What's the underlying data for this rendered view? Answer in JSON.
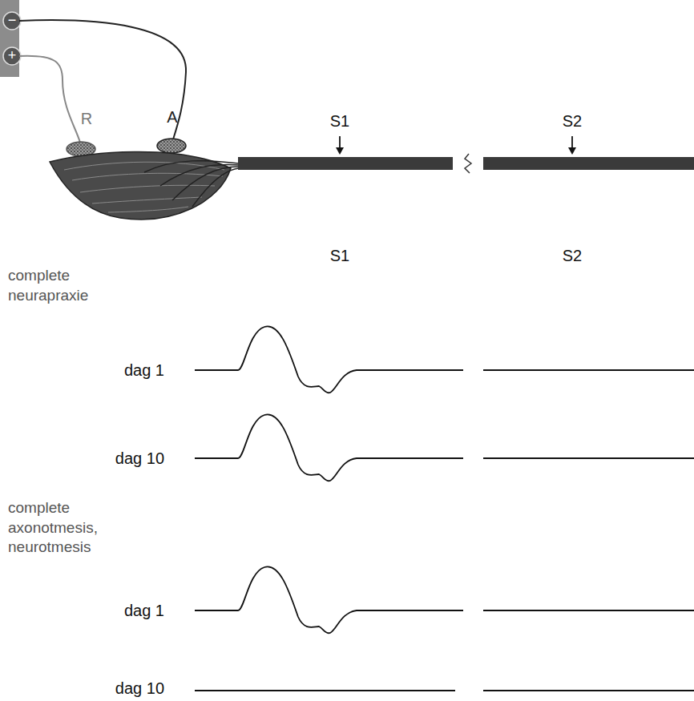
{
  "diagram": {
    "labels": [
      "−",
      "+",
      "R",
      "A",
      "S1",
      "S2",
      "S1",
      "S2",
      "complete neurapraxie",
      "dag 1",
      "dag 10",
      "complete axonotmesis, neurotmesis",
      "dag 1",
      "dag 10"
    ]
  }
}
